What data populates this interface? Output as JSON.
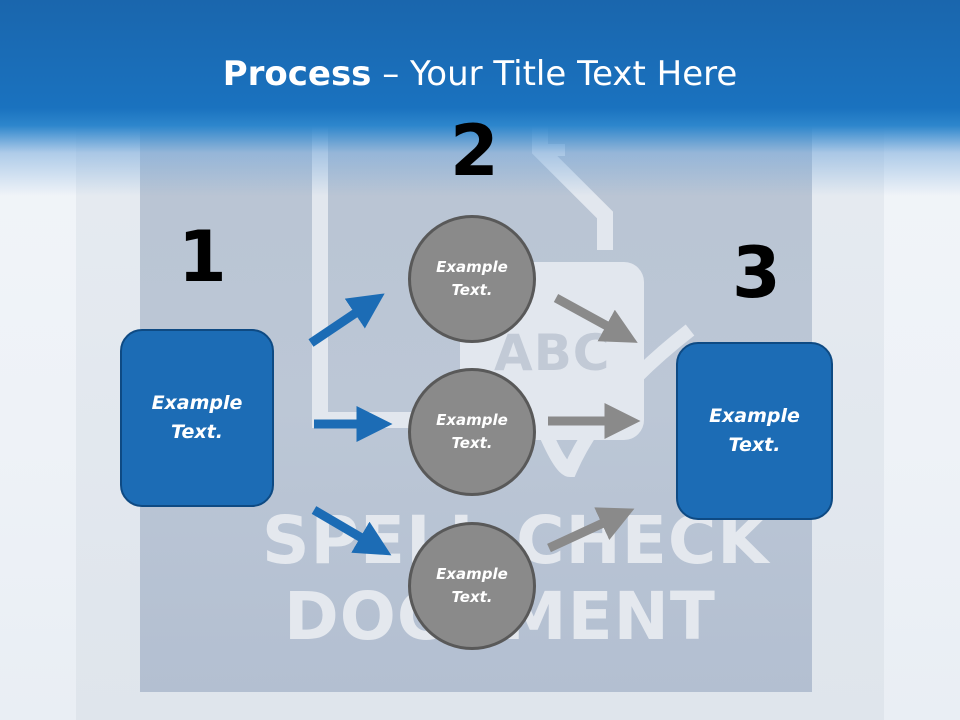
{
  "title": {
    "strong": "Process",
    "rest": " – Your Title Text Here"
  },
  "background": {
    "word1": "SPELL CHECK",
    "word2": "DOCUMENT",
    "badge": "ABC"
  },
  "steps": [
    {
      "number": "1",
      "text": "Example\nText."
    },
    {
      "number": "2"
    },
    {
      "number": "3",
      "text": "Example\nText."
    }
  ],
  "circles": [
    {
      "text": "Example\nText."
    },
    {
      "text": "Example\nText."
    },
    {
      "text": "Example\nText."
    }
  ],
  "colors": {
    "blue": "#1c6cb5",
    "gray": "#8a8a8a",
    "header": "#1a72bf"
  }
}
